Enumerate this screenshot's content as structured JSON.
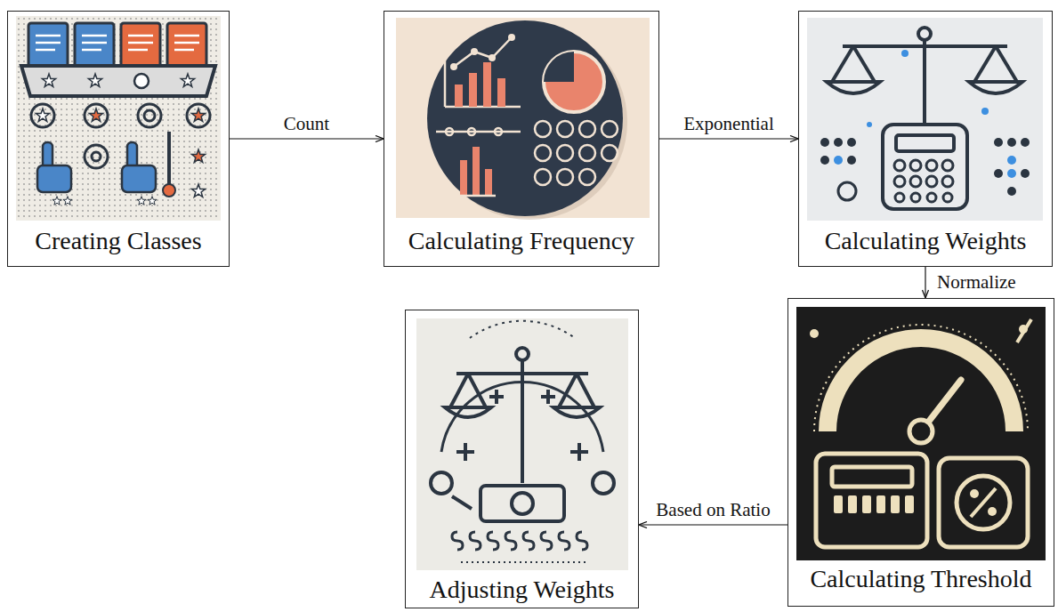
{
  "diagram": {
    "nodes": [
      {
        "text": [
          "Creating Classes"
        ]
      },
      {
        "text": [
          "Calculating Frequency"
        ]
      },
      {
        "text": [
          "Calculating Weights"
        ]
      },
      {
        "text": [
          "Calculating Threshold"
        ]
      },
      {
        "text": [
          "Adjusting Weights"
        ]
      }
    ],
    "edges": [
      {
        "from": 0,
        "to": 1,
        "label": "Count",
        "arrow": "to"
      },
      {
        "from": 1,
        "to": 2,
        "label": "Exponential",
        "arrow": "to"
      },
      {
        "from": 2,
        "to": 3,
        "label": "Normalize",
        "arrow": "to"
      },
      {
        "from": 3,
        "to": 4,
        "label": "Based on Ratio",
        "arrow": "to"
      }
    ]
  }
}
